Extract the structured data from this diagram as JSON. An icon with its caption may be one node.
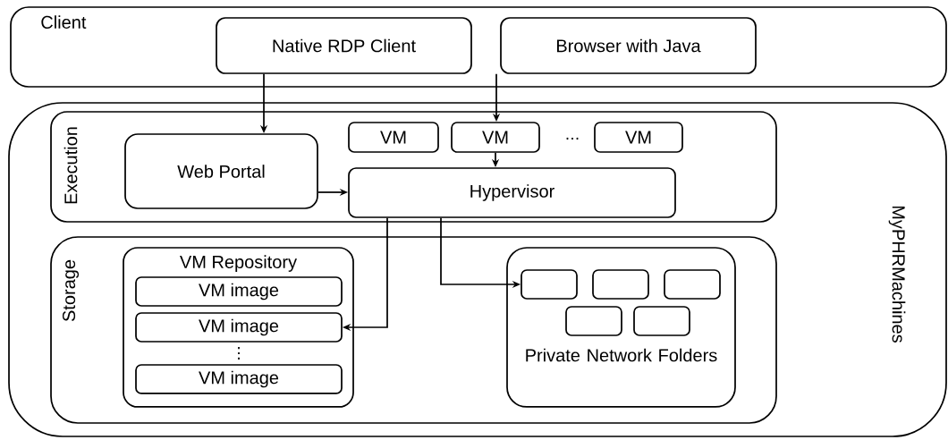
{
  "diagram": {
    "nodes": [
      {
        "text": [
          "Client"
        ]
      },
      {
        "text": [
          "Native RDP Client"
        ],
        "in": 0
      },
      {
        "text": [
          "Browser with Java"
        ],
        "in": 0
      },
      {
        "text": [
          "MyPHRMachines"
        ]
      },
      {
        "text": [
          "Execution"
        ],
        "in": 3
      },
      {
        "text": [
          "Web Portal"
        ],
        "in": 4
      },
      {
        "text": [
          "VM"
        ],
        "in": 4
      },
      {
        "text": [
          "VM"
        ],
        "in": 4
      },
      {
        "text": [
          "VM"
        ],
        "in": 4
      },
      {
        "text": [
          "Hypervisor"
        ],
        "in": 4
      },
      {
        "text": [
          "Storage"
        ],
        "in": 3
      },
      {
        "text": [
          "VM Repository"
        ],
        "in": 10
      },
      {
        "text": [
          "VM image"
        ],
        "in": 11
      },
      {
        "text": [
          "VM image"
        ],
        "in": 11
      },
      {
        "text": [
          "VM image"
        ],
        "in": 11
      },
      {
        "text": [
          "Private Network Folders"
        ],
        "in": 10
      },
      {
        "text": [],
        "shape": "box",
        "in": 15
      },
      {
        "text": [],
        "shape": "box",
        "in": 15
      },
      {
        "text": [],
        "shape": "box",
        "in": 15
      },
      {
        "text": [],
        "shape": "box",
        "in": 15
      },
      {
        "text": [],
        "shape": "box",
        "in": 15
      }
    ],
    "edges": [
      {
        "from": 1,
        "to": 5,
        "arrow": "to"
      },
      {
        "from": 2,
        "to": 7,
        "arrow": "to"
      },
      {
        "from": 7,
        "to": 9,
        "arrow": "to"
      },
      {
        "from": 5,
        "to": 9,
        "arrow": "to"
      },
      {
        "from": 9,
        "to": 13,
        "arrow": "to"
      },
      {
        "from": 9,
        "to": 16,
        "arrow": "to"
      }
    ],
    "labels": [
      "...",
      "⋮"
    ]
  }
}
